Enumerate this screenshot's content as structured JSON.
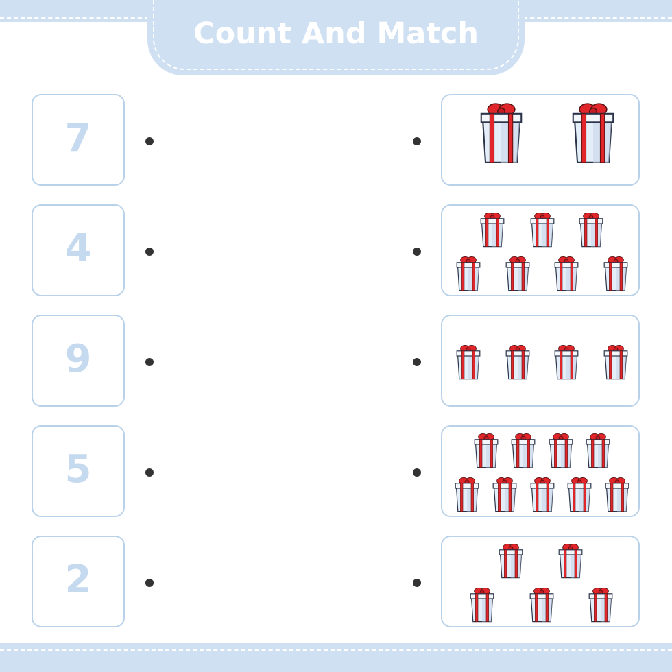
{
  "title": "Count And Match",
  "numbers": [
    "7",
    "4",
    "9",
    "5",
    "2"
  ],
  "gift_groups": [
    {
      "count": 2
    },
    {
      "count": 7
    },
    {
      "count": 4
    },
    {
      "count": 9
    },
    {
      "count": 5
    }
  ],
  "icon": "gift-box-icon",
  "colors": {
    "band": "#cfe0f3",
    "box_border": "#b9d2ea",
    "number": "#c6daef",
    "ribbon": "#e0262b",
    "gift_body": "#e4eef9",
    "dot": "#333333"
  }
}
